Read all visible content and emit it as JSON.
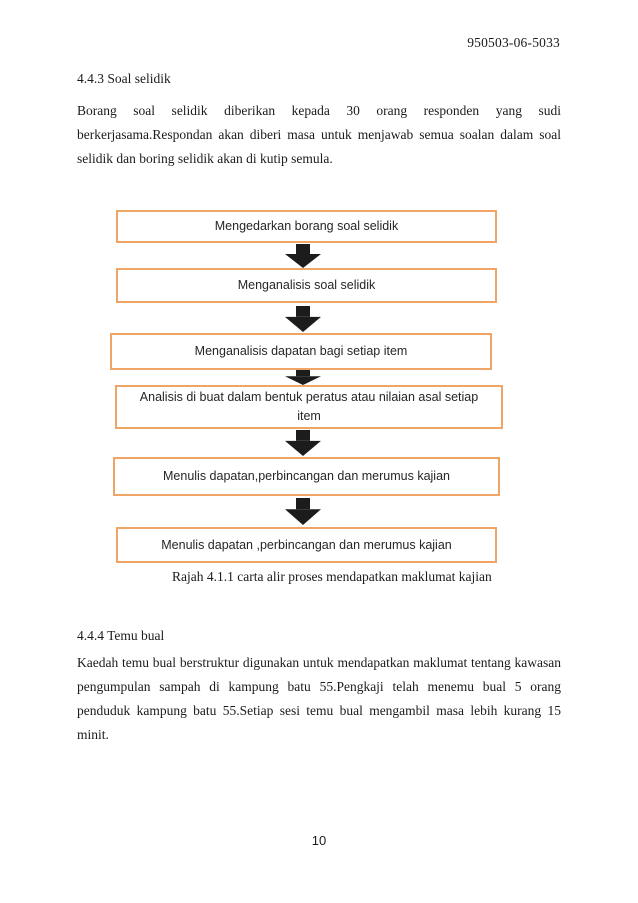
{
  "page": {
    "header_right": "950503-06-5033",
    "page_number": "10"
  },
  "sections": [
    {
      "heading": "4.4.3 Soal selidik",
      "body": "Borang soal selidik diberikan kepada 30 orang responden yang sudi berkerjasama.Respondan akan diberi masa untuk menjawab semua soalan dalam soal selidik dan boring selidik akan di kutip semula."
    },
    {
      "heading": "4.4.4 Temu bual",
      "body": "Kaedah temu bual berstruktur digunakan untuk mendapatkan maklumat tentang kawasan pengumpulan sampah di kampung batu 55.Pengkaji telah menemu bual 5 orang penduduk kampung batu 55.Setiap sesi temu bual mengambil masa lebih kurang 15 minit."
    }
  ],
  "flowchart": {
    "boxes": [
      {
        "label": "Mengedarkan borang soal selidik"
      },
      {
        "label": "Menganalisis soal selidik"
      },
      {
        "label": "Menganalisis dapatan bagi setiap item"
      },
      {
        "label": "Analisis di buat dalam bentuk peratus atau nilaian asal setiap item"
      },
      {
        "label": "Menulis dapatan,perbincangan dan merumus kajian"
      },
      {
        "label": "Menulis dapatan ,perbincangan dan merumus kajian"
      }
    ],
    "caption": "Rajah 4.1.1 carta alir proses mendapatkan maklumat kajian",
    "border_color": "#EFA566",
    "arrow_color": "#1c1c1c"
  }
}
